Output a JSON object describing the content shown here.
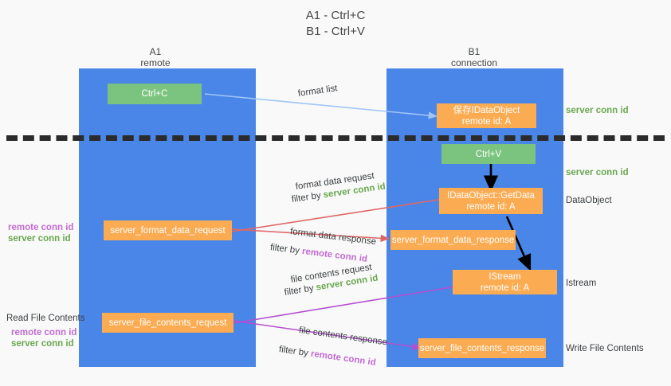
{
  "title": {
    "line1": "A1 - Ctrl+C",
    "line2": "B1 - Ctrl+V"
  },
  "columns": {
    "left": {
      "name": "A1",
      "sub": "remote"
    },
    "right": {
      "name": "B1",
      "sub": "connection"
    }
  },
  "boxes": {
    "ctrl_c": {
      "label": "Ctrl+C",
      "color": "#7bc47f"
    },
    "save_idataobject": {
      "line1": "保存IDataObject",
      "line2": "remote id: A",
      "color": "#fbab52"
    },
    "ctrl_v": {
      "label": "Ctrl+V",
      "color": "#7bc47f"
    },
    "getdata": {
      "line1": "IDataObject::GetData",
      "line2": "remote id: A",
      "color": "#fbab52"
    },
    "istream": {
      "line1": "IStream",
      "line2": "remote id: A",
      "color": "#fbab52"
    },
    "format_data_request": {
      "label": "server_format_data_request",
      "color": "#fbab52"
    },
    "format_data_response": {
      "label": "server_format_data_response",
      "color": "#fbab52"
    },
    "file_contents_request": {
      "label": "server_file_contents_request",
      "color": "#fbab52"
    },
    "file_contents_response": {
      "label": "server_file_contents_response",
      "color": "#fbab52"
    }
  },
  "arrow_labels": {
    "format_list": "format list",
    "format_data_request": "format data request",
    "format_data_request_filter_prefix": "filter by ",
    "format_data_request_filter_key": "server conn id",
    "format_data_response": "format data response",
    "format_data_response_filter_prefix": "filter by ",
    "format_data_response_filter_key": "remote conn id",
    "file_contents_request": "file contents request",
    "file_contents_request_filter_prefix": "filter by ",
    "file_contents_request_filter_key": "server conn id",
    "file_contents_response": "file contents response",
    "file_contents_response_filter_prefix": "filter by ",
    "file_contents_response_filter_key": "remote conn id"
  },
  "right_labels": {
    "server_conn_id_top": "server conn id",
    "server_conn_id_mid": "server conn id",
    "dataobject": "DataObject",
    "istream": "Istream",
    "write_file_contents": "Write File Contents"
  },
  "left_labels": {
    "remote_conn_id_1": "remote conn id",
    "server_conn_id_1": "server conn id",
    "read_file_contents": "Read File Contents",
    "remote_conn_id_2": "remote conn id",
    "server_conn_id_2": "server conn id"
  },
  "colors": {
    "lane": "#4a86e8",
    "green_box": "#7bc47f",
    "orange_box": "#fbab52",
    "green_text": "#6aa84f",
    "purple_text": "#c36bd4",
    "arrow_blue": "#9fc5f8",
    "arrow_red": "#e06666",
    "arrow_purple": "#b44fd0",
    "arrow_black": "#000000",
    "background": "#f9f9f9"
  }
}
